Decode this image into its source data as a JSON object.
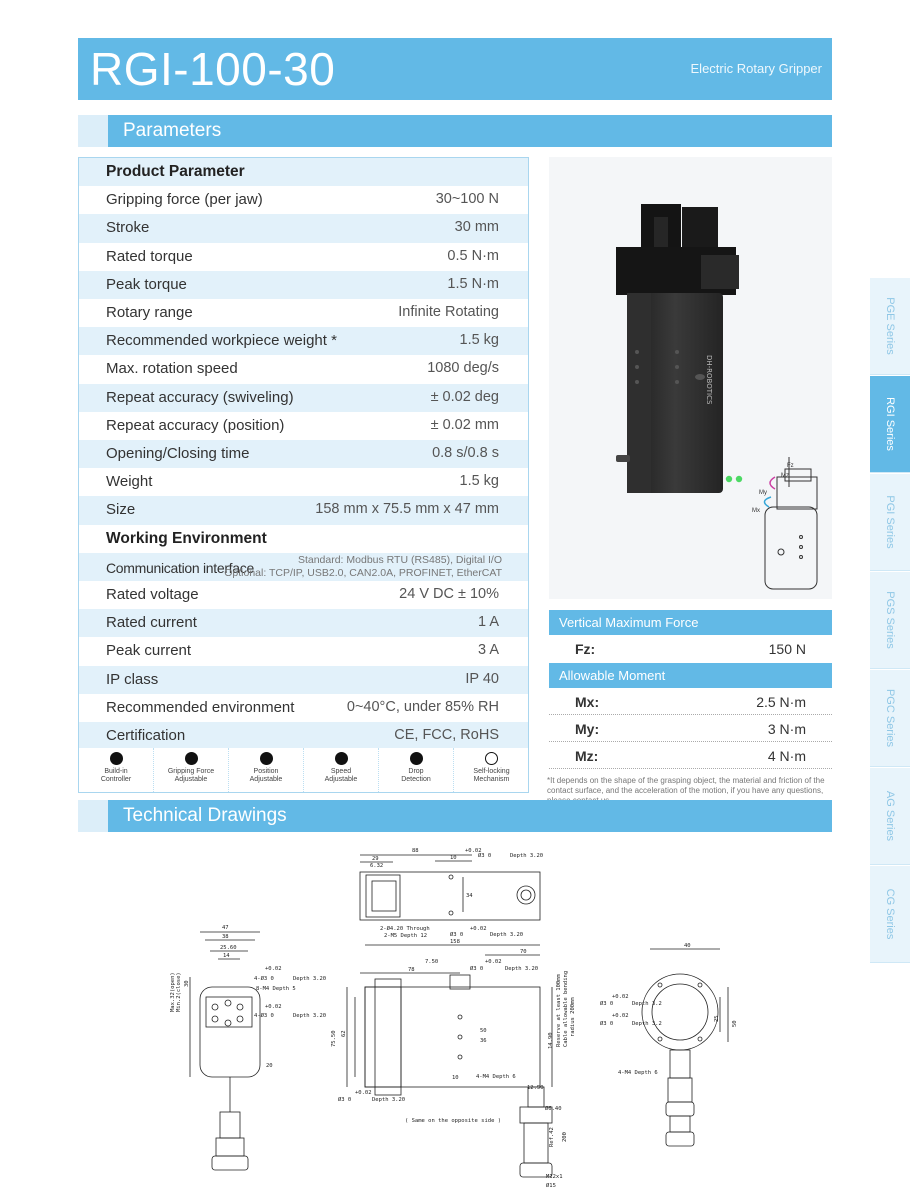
{
  "header": {
    "title": "RGI-100-30",
    "subtitle": "Electric Rotary Gripper"
  },
  "sections": {
    "parameters": "Parameters",
    "drawings": "Technical Drawings"
  },
  "params": {
    "product_header": "Product Parameter",
    "product_rows": [
      {
        "k": "Gripping force (per jaw)",
        "v": "30~100 N"
      },
      {
        "k": "Stroke",
        "v": "30 mm"
      },
      {
        "k": "Rated torque",
        "v": "0.5 N·m"
      },
      {
        "k": "Peak torque",
        "v": "1.5 N·m"
      },
      {
        "k": "Rotary range",
        "v": "Infinite Rotating"
      },
      {
        "k": "Recommended workpiece weight *",
        "v": "1.5 kg"
      },
      {
        "k": "Max. rotation speed",
        "v": "1080 deg/s"
      },
      {
        "k": "Repeat accuracy (swiveling)",
        "v": "± 0.02 deg"
      },
      {
        "k": "Repeat accuracy (position)",
        "v": "± 0.02 mm"
      },
      {
        "k": "Opening/Closing time",
        "v": "0.8 s/0.8 s"
      },
      {
        "k": "Weight",
        "v": "1.5 kg"
      },
      {
        "k": "Size",
        "v": "158 mm x 75.5 mm x 47 mm"
      }
    ],
    "env_header": "Working Environment",
    "comm": {
      "k": "Communication interface",
      "v1": "Standard: Modbus RTU (RS485), Digital I/O",
      "v2": "Optional: TCP/IP, USB2.0, CAN2.0A, PROFINET, EtherCAT"
    },
    "env_rows": [
      {
        "k": "Rated voltage",
        "v": "24 V DC ± 10%"
      },
      {
        "k": "Rated current",
        "v": "1 A"
      },
      {
        "k": "Peak current",
        "v": "3 A"
      },
      {
        "k": "IP class",
        "v": "IP 40"
      },
      {
        "k": "Recommended environment",
        "v": "0~40°C, under 85% RH"
      },
      {
        "k": "Certification",
        "v": "CE, FCC, RoHS"
      }
    ],
    "features": [
      {
        "l1": "Build-in",
        "l2": "Controller",
        "filled": true
      },
      {
        "l1": "Gripping Force",
        "l2": "Adjustable",
        "filled": true
      },
      {
        "l1": "Position",
        "l2": "Adjustable",
        "filled": true
      },
      {
        "l1": "Speed",
        "l2": "Adjustable",
        "filled": true
      },
      {
        "l1": "Drop",
        "l2": "Detection",
        "filled": true
      },
      {
        "l1": "Self-locking",
        "l2": "Mechanism",
        "filled": false
      }
    ]
  },
  "product_image": {
    "brand_text": "DH-ROBOTICS",
    "axis_labels": [
      "Mz",
      "Fz",
      "My",
      "Mx"
    ]
  },
  "forces": {
    "vertical_header": "Vertical Maximum Force",
    "fz": {
      "k": "Fz:",
      "v": "150 N"
    },
    "moment_header": "Allowable Moment",
    "moments": [
      {
        "k": "Mx:",
        "v": "2.5 N·m"
      },
      {
        "k": "My:",
        "v": "3 N·m"
      },
      {
        "k": "Mz:",
        "v": "4 N·m"
      }
    ],
    "footnote": "*It depends on the shape of the grasping object, the material and friction of the contact surface, and the acceleration of the motion, if you have any questions, please contact us."
  },
  "drawing": {
    "top": {
      "d88": "88",
      "d29": "29",
      "d10": "10",
      "d632": "6.32",
      "d34": "34",
      "hole1": "Ø3 0",
      "hole1b": "+0.02",
      "depth1": "Depth 3.20",
      "through1": "2-Ø4.20 Through",
      "through2": "2-M5 Depth 12",
      "hole2": "Ø3 0",
      "hole2b": "+0.02",
      "depth2": "Depth 3.20"
    },
    "left": {
      "d47": "47",
      "d38": "38",
      "d2560": "25.60",
      "d14": "14",
      "max_open": "Max.32(open)",
      "min_close": "Min.2(close)",
      "d30": "30",
      "hole": "4-Ø3 0",
      "holeb": "+0.02",
      "depth": "Depth 3.20",
      "m4": "8-M4 Depth 5",
      "hole2": "4-Ø3 0",
      "hole2b": "+0.02",
      "depth2": "Depth 3.20",
      "d20": "20"
    },
    "front": {
      "d158": "158",
      "d70": "70",
      "d750": "7.50",
      "d78": "78",
      "hole": "Ø3 0",
      "holeb": "+0.02",
      "depth": "Depth 3.20",
      "d7550": "75.50",
      "d62": "62",
      "d50": "50",
      "d36": "36",
      "d1490": "14.90",
      "d10": "10",
      "m4": "4-M4 Depth 6",
      "d1250": "12.50",
      "hole2": "Ø3 0",
      "hole2b": "+0.02",
      "depth2": "Depth 3.20",
      "note": "( Same on the opposite side )",
      "cable1": "Reserve at least 100mm",
      "cable2": "Cable allowable bending",
      "cable3": "radius 200mm"
    },
    "cable": {
      "d640": "Ø6.40",
      "ref": "Ref.42",
      "d200": "200",
      "m12": "M12x1",
      "d15": "Ø15"
    },
    "right": {
      "d40": "40",
      "hole": "Ø3 0",
      "holeb": "+0.02",
      "depth": "Depth 3.2",
      "hole2": "Ø3 0",
      "hole2b": "+0.02",
      "depth2": "Depth 3.2",
      "d25": "25",
      "d50": "50",
      "m4": "4-M4 Depth 6"
    }
  },
  "side_tabs": [
    "PGE Series",
    "RGI Series",
    "PGI Series",
    "PGS Series",
    "PGC Series",
    "AG Series",
    "CG Series"
  ],
  "active_tab": "RGI Series"
}
